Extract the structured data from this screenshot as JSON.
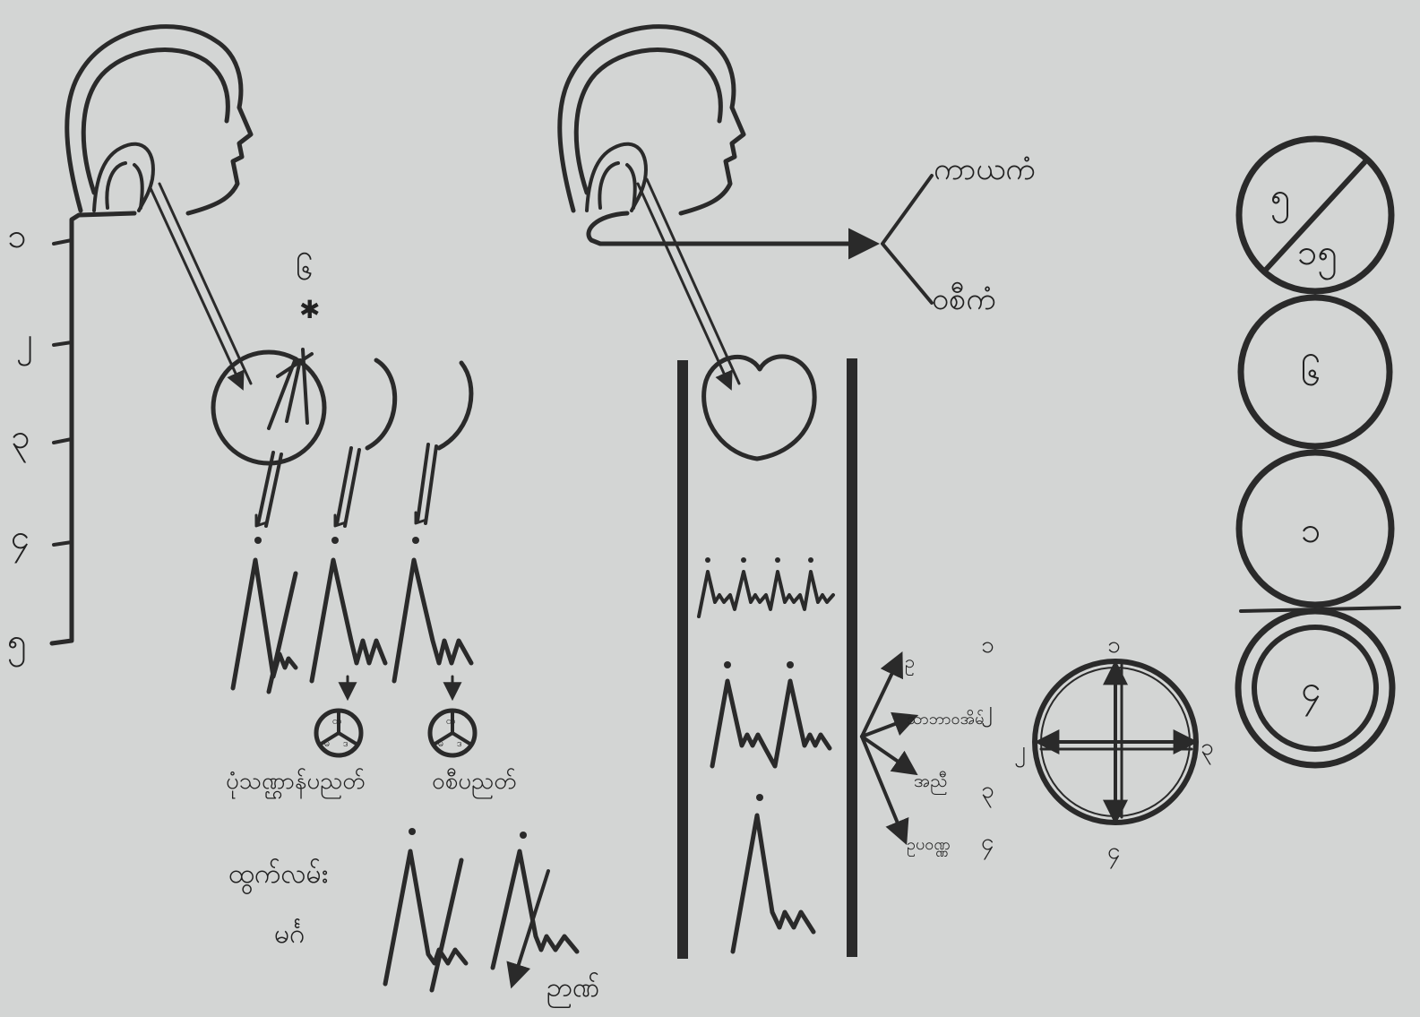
{
  "diagram": {
    "left_scale_numerals": [
      "၁",
      "၂",
      "၃",
      "၄",
      "၅"
    ],
    "left_star_numeral": "၆",
    "left_labels": {
      "disk_left": "ပုံသဏ္ဌာန်ပညတ်",
      "disk_right": "ဝစီပညတ်",
      "exit_top": "ထွက်လမ်း",
      "exit_bottom": "မင်္ဂ",
      "bottom_right": "ဉာဏ်"
    },
    "disk_segment_glyphs": [
      "တ",
      "မ",
      "ဒ"
    ],
    "branch_labels": {
      "top": "ကာယကံ",
      "bottom": "ဝစီကံ"
    },
    "mid_list": [
      {
        "label": "ဥ",
        "num": "၁"
      },
      {
        "label": "သာဘာဝအိမ်",
        "num": "၂"
      },
      {
        "label": "အညီ",
        "num": "၃"
      },
      {
        "label": "ဥပဝဏ္ဏ",
        "num": "၄"
      }
    ],
    "cross_numerals": {
      "top": "၁",
      "left": "၂",
      "right": "၃",
      "bottom": "၄"
    },
    "circles": {
      "top_upper": "၅",
      "top_lower": "၁၅",
      "second": "၆",
      "third": "၁",
      "fourth": "၄"
    }
  }
}
